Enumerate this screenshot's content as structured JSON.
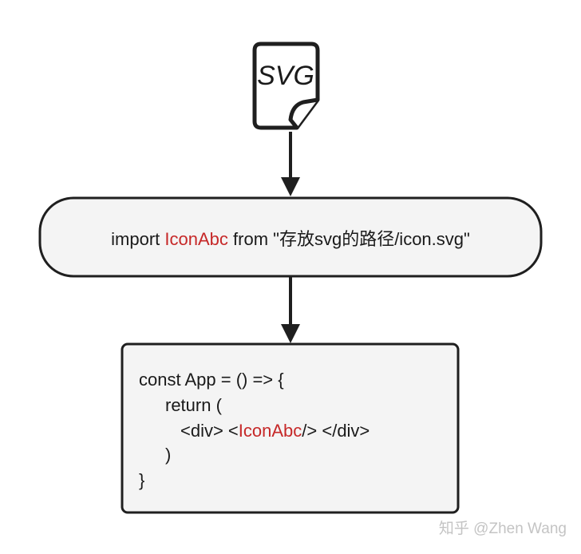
{
  "file_icon": {
    "label": "SVG",
    "icon": "svg-file-icon"
  },
  "import_node": {
    "prefix": "import ",
    "component": "IconAbc",
    "suffix": " from \"存放svg的路径/icon.svg\""
  },
  "code_node": {
    "line1": "const App = () => {",
    "line2": "return (",
    "line3_prefix": "<div> <",
    "line3_component": "IconAbc",
    "line3_suffix": "/> </div>",
    "line4": ")",
    "line5": "}"
  },
  "watermark": "知乎 @Zhen Wang",
  "colors": {
    "highlight": "#c62828",
    "node_fill": "#f4f4f4",
    "stroke": "#1f1f1f"
  }
}
